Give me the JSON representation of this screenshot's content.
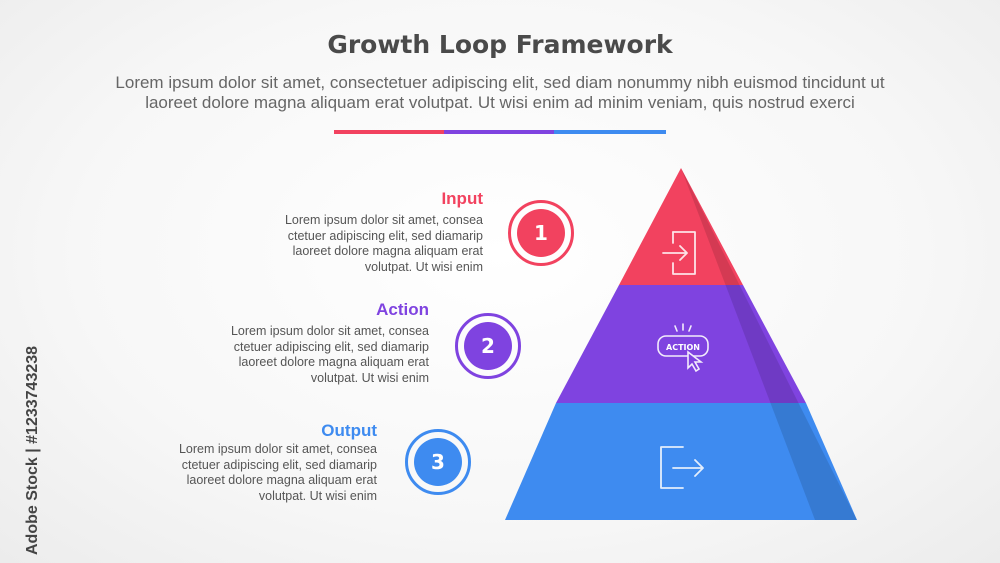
{
  "title": "Growth Loop Framework",
  "subtitle_line1": "Lorem ipsum dolor sit amet, consectetuer adipiscing elit, sed diam nonummy nibh euismod tincidunt ut",
  "subtitle_line2": "laoreet dolore magna aliquam erat volutpat. Ut wisi enim ad minim veniam, quis nostrud exerci",
  "watermark": "Adobe Stock | #1233743238",
  "colors": {
    "input": "#f2425f",
    "action": "#7f43e0",
    "output": "#3e8bf0"
  },
  "steps": [
    {
      "number": "1",
      "heading": "Input",
      "lines": [
        "Lorem ipsum dolor sit amet, consea",
        "ctetuer adipiscing elit, sed diamarip",
        "laoreet dolore magna aliquam erat",
        "volutpat. Ut wisi enim"
      ],
      "icon": "login-icon"
    },
    {
      "number": "2",
      "heading": "Action",
      "lines": [
        "Lorem ipsum dolor sit amet, consea",
        "ctetuer adipiscing elit, sed diamarip",
        "laoreet dolore magna aliquam erat",
        "volutpat. Ut wisi enim"
      ],
      "icon": "action-click-icon",
      "icon_text": "ACTION"
    },
    {
      "number": "3",
      "heading": "Output",
      "lines": [
        "Lorem ipsum dolor sit amet, consea",
        "ctetuer adipiscing elit, sed diamarip",
        "laoreet dolore magna aliquam erat",
        "volutpat. Ut wisi enim"
      ],
      "icon": "logout-icon"
    }
  ]
}
